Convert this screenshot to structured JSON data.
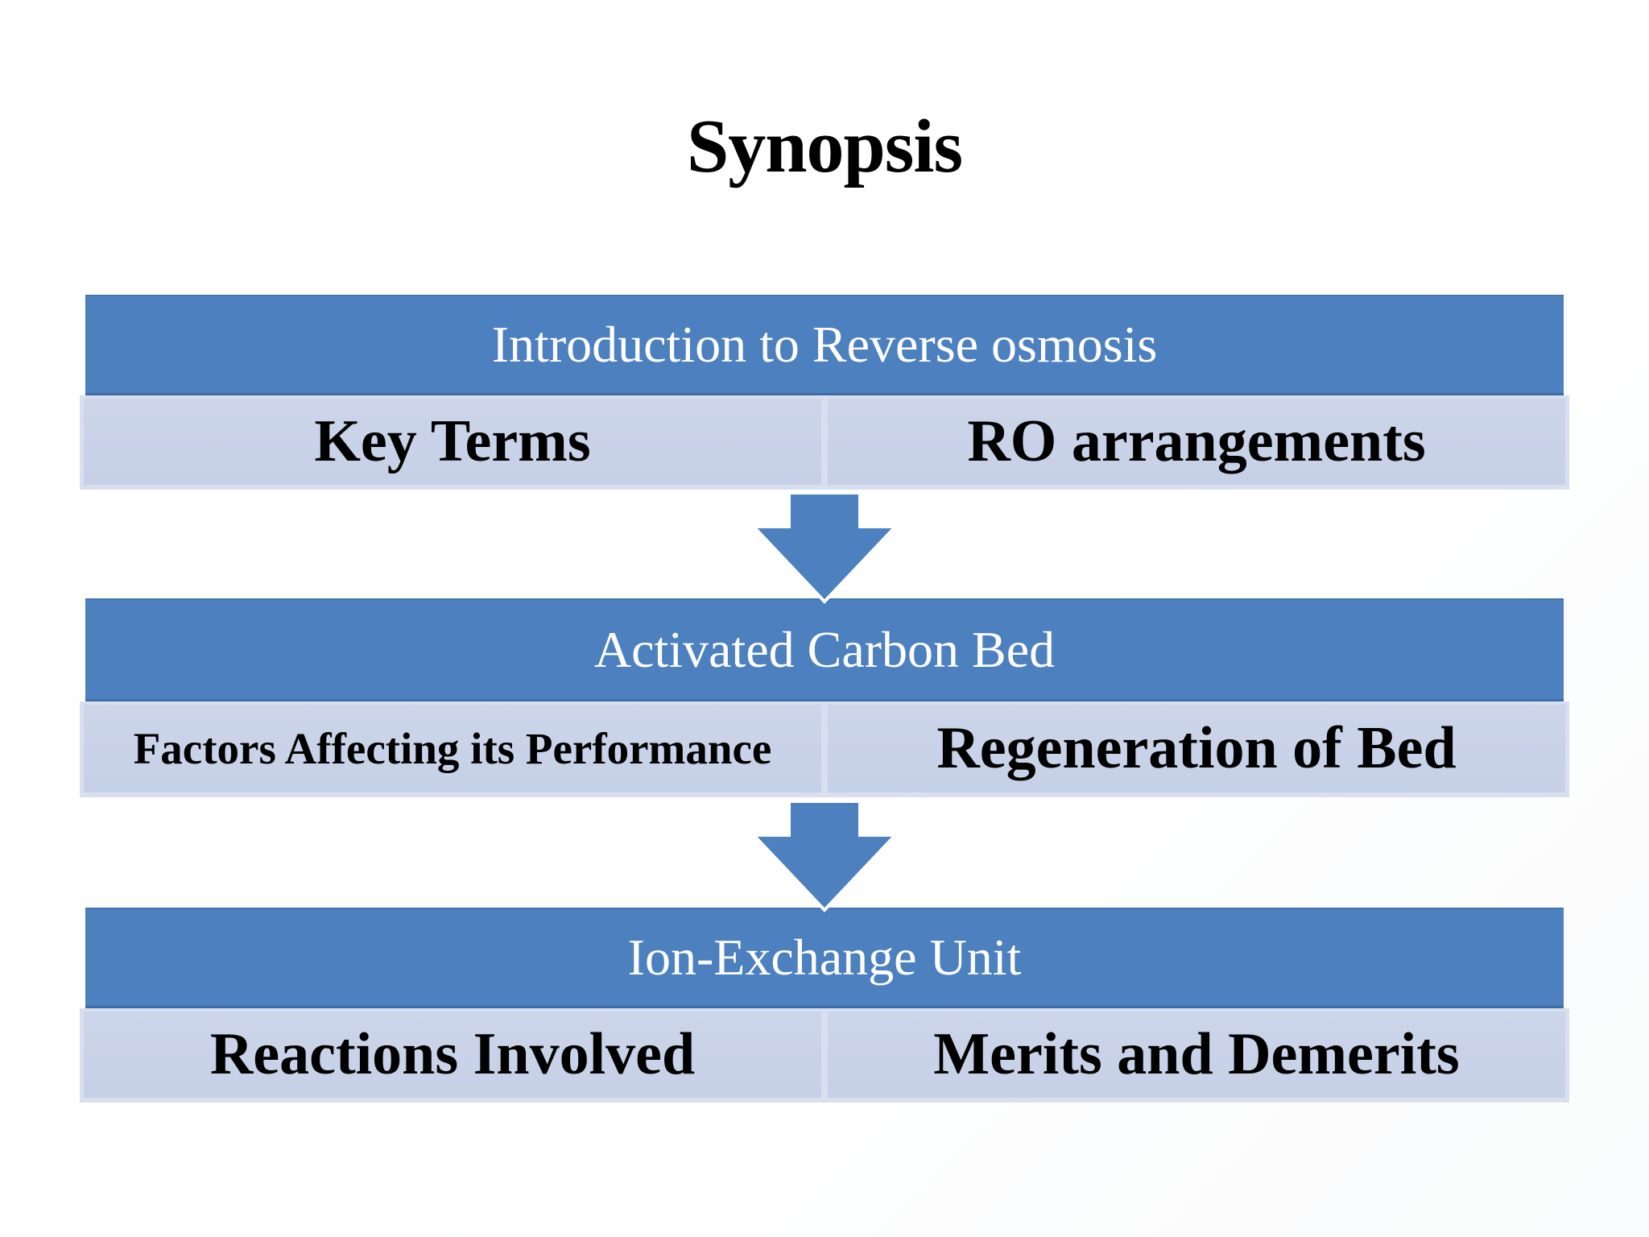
{
  "title": "Synopsis",
  "blocks": [
    {
      "header": "Introduction to Reverse osmosis",
      "left": "Key Terms",
      "right": "RO arrangements"
    },
    {
      "header": "Activated Carbon Bed",
      "left": "Factors Affecting its Performance",
      "right": "Regeneration of Bed"
    },
    {
      "header": "Ion-Exchange Unit",
      "left": "Reactions Involved",
      "right": "Merits and Demerits"
    }
  ],
  "connectors": {
    "icon": "down-block-arrow",
    "count": 2,
    "between": [
      "block-1 to block-2",
      "block-2 to block-3"
    ]
  },
  "colors": {
    "header_fill": "#4d80be",
    "header_border_top": "#4474af",
    "header_border_bottom": "#3d6ba6",
    "cell_fill": "#c6d0e6",
    "cell_fill_top": "#ccd5ea",
    "cell_edge": "#d9dfee",
    "arrow_fill": "#4d80be",
    "arrow_outline": "#ffffff",
    "title_color": "#000000",
    "header_text": "#ffffff",
    "cell_text": "#000000",
    "background": "#ffffff"
  }
}
